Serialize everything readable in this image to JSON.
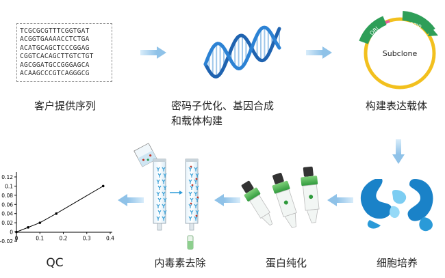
{
  "sequence_lines": [
    "TCGCGCGTTTCGGTGAT",
    "ACGGTGAAAACCTCTGA",
    "ACATGCAGCTCCCGGAG",
    "CGGTCACAGCTTGTCTGT",
    "AGCGGATGCCGGGAGCA",
    "ACAAGCCCGTCAGGGCG"
  ],
  "steps": {
    "customer_sequence": "客户提供序列",
    "codon_opt_line1": "密码子优化、基因合成",
    "codon_opt_line2": "和载体构建",
    "vector_construction": "构建表达载体",
    "cell_culture": "细胞培养",
    "protein_purification": "蛋白纯化",
    "endotoxin_removal": "内毒素去除",
    "qc": "QC"
  },
  "plasmid": {
    "center_label": "Subclone",
    "ori_label": "ORI",
    "amp_label": "amp"
  },
  "colors": {
    "arrow": "#9cc8ea",
    "dna_blue": "#1f63b0",
    "plasmid_ring": "#f2c01e",
    "plasmid_green": "#2e9e58",
    "cell_blue": "#1a82c8",
    "cell_light": "#7ccdf2"
  },
  "chart_data": {
    "type": "line",
    "x": [
      0,
      0.05,
      0.1,
      0.17,
      0.37
    ],
    "y": [
      0,
      0.01,
      0.02,
      0.04,
      0.1
    ],
    "xticks": [
      "0",
      "0.1",
      "0.2",
      "0.3",
      "0.4"
    ],
    "yticks": [
      "-0.02",
      "0",
      "0.02",
      "0.04",
      "0.06",
      "0.08",
      "0.1",
      "0.12"
    ],
    "xlim": [
      0,
      0.4
    ],
    "ylim": [
      -0.02,
      0.12
    ]
  }
}
